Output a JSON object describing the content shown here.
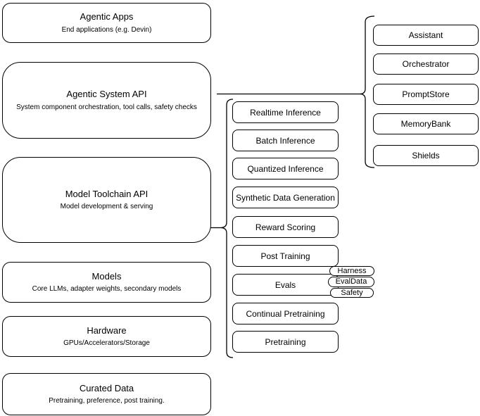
{
  "diagram": {
    "left_column": {
      "boxes": [
        {
          "title": "Agentic Apps",
          "subtitle": "End applications (e.g. Devin)"
        },
        {
          "title": "Agentic System API",
          "subtitle": "System component orchestration, tool calls, safety checks"
        },
        {
          "title": "Model Toolchain API",
          "subtitle": "Model development & serving"
        },
        {
          "title": "Models",
          "subtitle": "Core LLMs, adapter weights, secondary models"
        },
        {
          "title": "Hardware",
          "subtitle": "GPUs/Accelerators/Storage"
        },
        {
          "title": "Curated Data",
          "subtitle": "Pretraining, preference, post training."
        }
      ]
    },
    "middle_column": {
      "boxes": [
        {
          "label": "Realtime Inference"
        },
        {
          "label": "Batch Inference"
        },
        {
          "label": "Quantized Inference"
        },
        {
          "label": "Synthetic Data Generation"
        },
        {
          "label": "Reward Scoring"
        },
        {
          "label": "Post Training"
        },
        {
          "label": "Evals"
        },
        {
          "label": "Continual Pretraining"
        },
        {
          "label": "Pretraining"
        }
      ],
      "evals_tags": [
        {
          "label": "Harness"
        },
        {
          "label": "EvalData"
        },
        {
          "label": "Safety"
        }
      ]
    },
    "right_column": {
      "boxes": [
        {
          "label": "Assistant"
        },
        {
          "label": "Orchestrator"
        },
        {
          "label": "PromptStore"
        },
        {
          "label": "MemoryBank"
        },
        {
          "label": "Shields"
        }
      ]
    },
    "colors": {
      "stroke": "#000000",
      "background": "#ffffff",
      "text": "#000000"
    }
  }
}
